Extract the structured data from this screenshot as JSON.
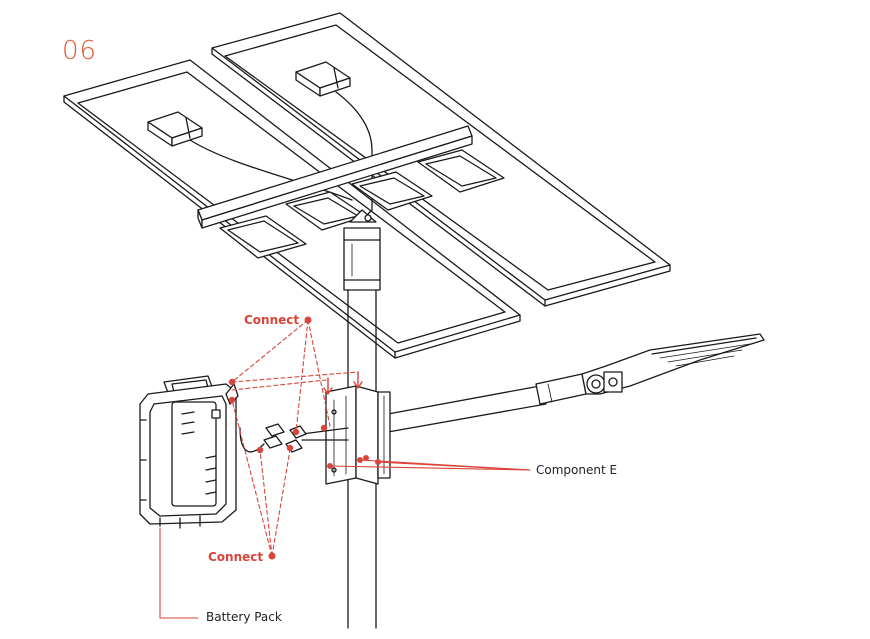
{
  "step_number": "06",
  "labels": {
    "connect_top": "Connect",
    "connect_bottom": "Connect",
    "component_e": "Component E",
    "battery_pack": "Battery Pack"
  },
  "colors": {
    "accent": "#d9453a",
    "step": "#e8552f",
    "line": "#1a1a1a"
  }
}
